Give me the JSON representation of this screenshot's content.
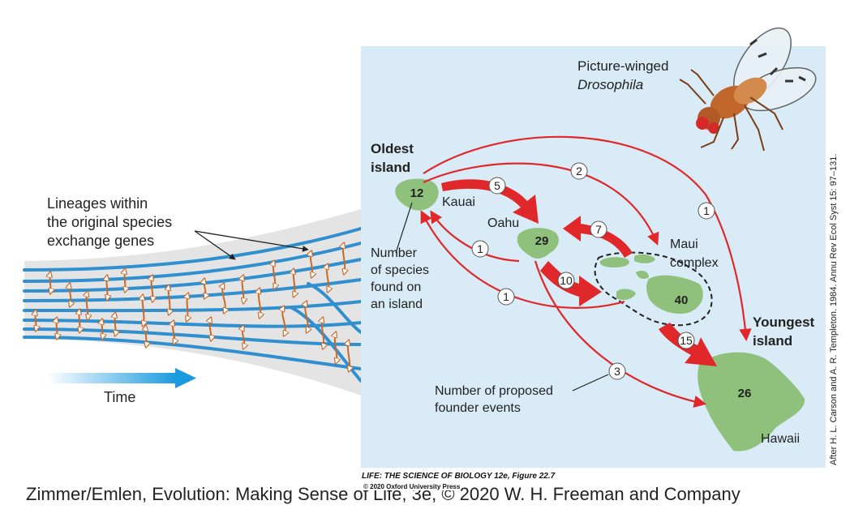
{
  "lineages_label": [
    "Lineages within",
    "the original species",
    "exchange genes"
  ],
  "time_label": "Time",
  "picture_winged": "Picture-winged",
  "drosophila": "Drosophila",
  "oldest_island": [
    "Oldest",
    "island"
  ],
  "youngest_island": [
    "Youngest",
    "island"
  ],
  "number_species_label": [
    "Number",
    "of species",
    "found on",
    "an island"
  ],
  "founder_events_label": [
    "Number of proposed",
    "founder events"
  ],
  "islands": [
    {
      "name": "Kauai",
      "species": "12"
    },
    {
      "name": "Oahu",
      "species": "29"
    },
    {
      "name": "Maui complex",
      "species": "40"
    },
    {
      "name": "Hawaii",
      "species": "26"
    }
  ],
  "maui_complex_label": [
    "Maui",
    "complex"
  ],
  "founder_counts": {
    "kauai_oahu": "5",
    "kauai_maui": "2",
    "kauai_hawaii": "1",
    "maui_oahu": "7",
    "oahu_kauai": "1",
    "oahu_maui": "10",
    "maui_kauai": "1",
    "maui_hawaii": "15",
    "oahu_hawaii": "3"
  },
  "credit": "After H. L. Carson and A. R. Templeton. 1984. Annu Rev Ecol Syst 15: 97–131.",
  "book_title": "LIFE: THE SCIENCE OF BIOLOGY 12e, Figure 22.7",
  "book_press": "© 2020 Oxford University Press",
  "footer": "Zimmer/Emlen, Evolution: Making Sense of Life, 3e, © 2020 W. H. Freeman and Company",
  "colors": {
    "panel": "#d8ebf7",
    "island": "#8fc07c",
    "arrow": "#e0282a",
    "lineage": "#2f8fcf",
    "gene_arrow": "#d7813e"
  }
}
